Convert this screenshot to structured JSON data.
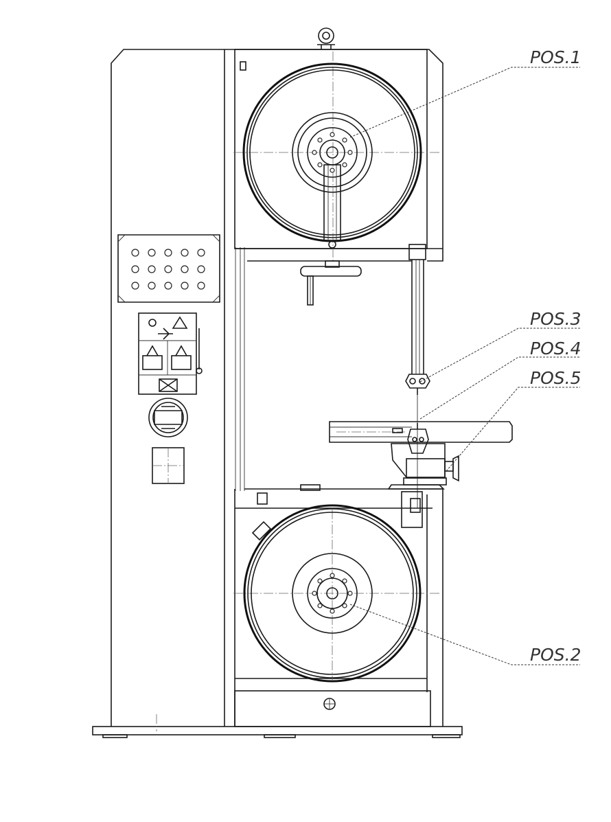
{
  "callouts": {
    "pos1": "POS.1",
    "pos2": "POS.2",
    "pos3": "POS.3",
    "pos4": "POS.4",
    "pos5": "POS.5"
  }
}
